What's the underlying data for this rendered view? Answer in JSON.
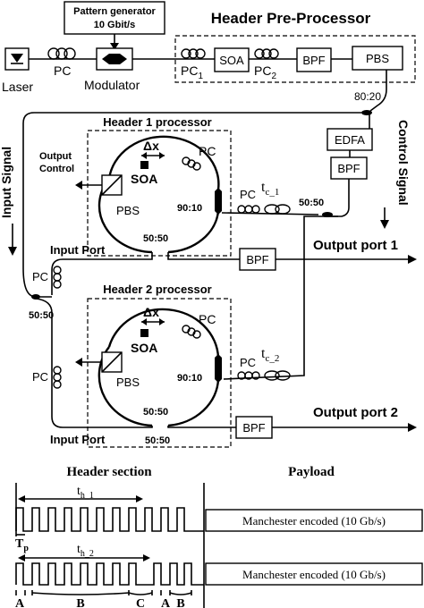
{
  "labels": {
    "pattern_generator_line1": "Pattern generator",
    "pattern_generator_line2": "10 Gbit/s",
    "header_preprocessor": "Header Pre-Processor",
    "laser": "Laser",
    "pc": "PC",
    "modulator": "Modulator",
    "pc1_main": "PC",
    "pc1_sub": "1",
    "soa": "SOA",
    "pc2_main": "PC",
    "pc2_sub": "2",
    "bpf": "BPF",
    "pbs": "PBS",
    "ratio_80_20": "80:20",
    "edfa": "EDFA",
    "control_signal": "Control Signal",
    "input_signal": "Input Signal",
    "header1_processor": "Header 1  processor",
    "header2_processor": "Header 2  processor",
    "delta_x": "Δx",
    "output_control_line1": "Output",
    "output_control_line2": "Control",
    "ratio_90_10": "90:10",
    "ratio_50_50": "50:50",
    "tc_main": "t",
    "tc1_sub": "c_1",
    "tc2_sub": "c_2",
    "input_port": "Input Port",
    "output_port_1": "Output port 1",
    "output_port_2": "Output port 2"
  },
  "timing": {
    "header_section": "Header section",
    "payload": "Payload",
    "th_main": "t",
    "th1_sub": "h_1",
    "th2_sub": "h_2",
    "tp_main": "T",
    "tp_sub": "p",
    "payload_text": "Manchester encoded (10 Gb/s)",
    "marks": [
      "A",
      "B",
      "C",
      "A",
      "B"
    ]
  }
}
